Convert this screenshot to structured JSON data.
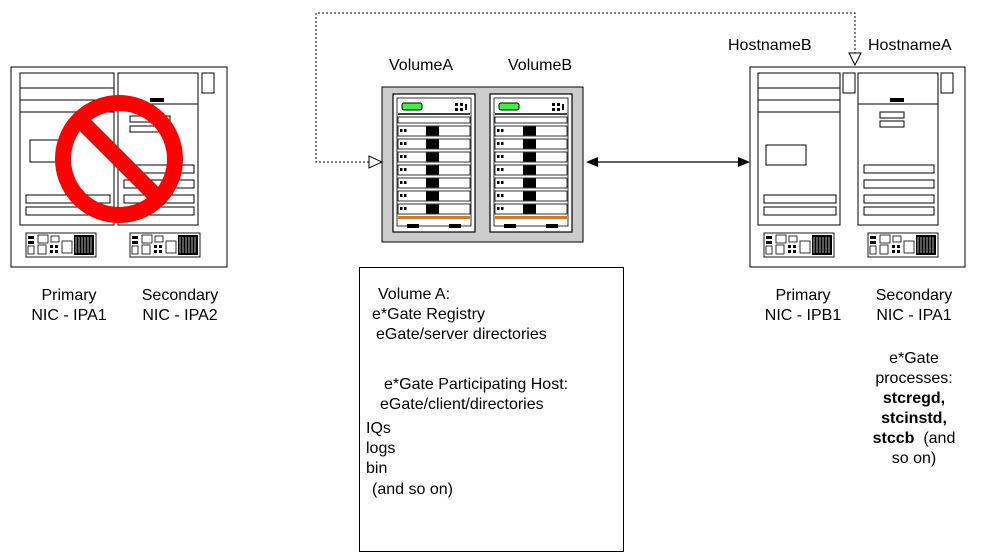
{
  "left_server": {
    "nic_primary": [
      "Primary",
      "NIC - IPA1"
    ],
    "nic_secondary": [
      "Secondary",
      "NIC - IPA2"
    ],
    "status_icon": "prohibited-icon"
  },
  "storage": {
    "volume_a_label": "VolumeA",
    "volume_b_label": "VolumeB"
  },
  "right_server": {
    "hostname_b": "HostnameB",
    "hostname_a": "HostnameA",
    "nic_primary": [
      "Primary",
      "NIC - IPB1"
    ],
    "nic_secondary": [
      "Secondary",
      "NIC - IPA1"
    ],
    "processes": {
      "heading": [
        "e*Gate",
        "processes:"
      ],
      "names": [
        "stcregd,",
        "stcinstd,",
        "stccb"
      ],
      "suffix": [
        "(and",
        "so on)"
      ]
    }
  },
  "volume_info": {
    "lines": [
      "Volume A:",
      "e*Gate Registry",
      "eGate/server directories",
      "e*Gate Participating Host:",
      "eGate/client/directories",
      "IQs",
      "logs",
      "bin",
      "(and so on)"
    ]
  },
  "colors": {
    "prohibit": "#ff0000",
    "led": "#44ee44",
    "stripe": "#d07a2a",
    "rack": "#cccccc"
  }
}
